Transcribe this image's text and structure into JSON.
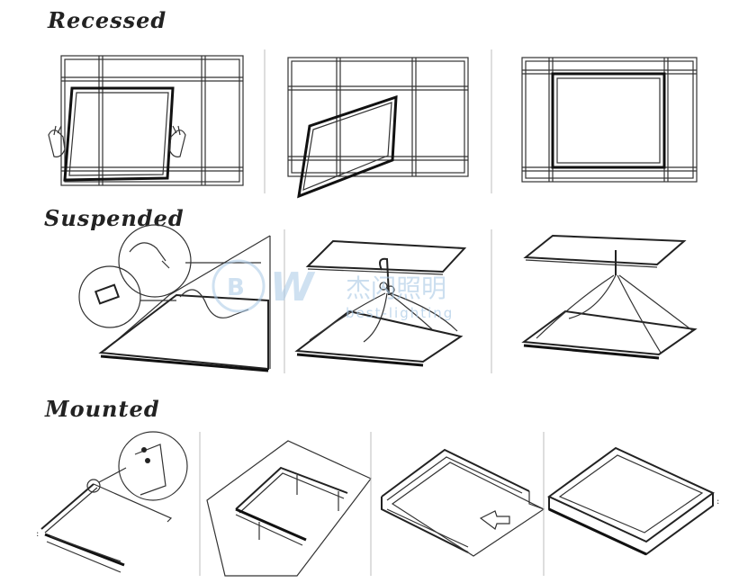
{
  "sections": {
    "recessed": {
      "title": "Recessed"
    },
    "suspended": {
      "title": "Suspended"
    },
    "mounted": {
      "title": "Mounted"
    }
  },
  "watermark": {
    "cn": "杰闪照明",
    "en": "best-lighting"
  },
  "colors": {
    "line": "#222222",
    "separator": "#bdbdbd",
    "watermark": "#a9c9e6"
  }
}
